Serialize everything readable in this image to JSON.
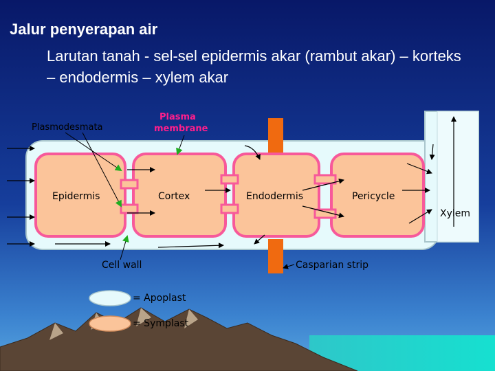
{
  "slide": {
    "title": "Jalur penyerapan air",
    "subtitle": "Larutan tanah - sel-sel epidermis akar (rambut akar) – korteks – endodermis – xylem akar"
  },
  "diagram": {
    "labels": {
      "plasmodesmata": "Plasmodesmata",
      "plasma_membrane_1": "Plasma",
      "plasma_membrane_2": "membrane",
      "epidermis": "Epidermis",
      "cortex": "Cortex",
      "endodermis": "Endodermis",
      "pericycle": "Pericycle",
      "xylem": "Xylem",
      "cell_wall": "Cell wall",
      "casparian_strip": "Casparian strip"
    },
    "legend": [
      {
        "name": "apoplast",
        "label": "= Apoplast",
        "color": "#e6fafc"
      },
      {
        "name": "symplast",
        "label": "= Symplast",
        "color": "#fbc49a"
      }
    ],
    "colors": {
      "apoplast": "#e6fafc",
      "symplast": "#fbc49a",
      "plasma_membrane": "#f7599a",
      "casparian_strip": "#f06a10",
      "annotation_pink": "#ff1e8c",
      "arrow_green": "#1fae1f",
      "background_top": "#0b1f7a",
      "background_bottom": "#2a6fc4"
    }
  }
}
